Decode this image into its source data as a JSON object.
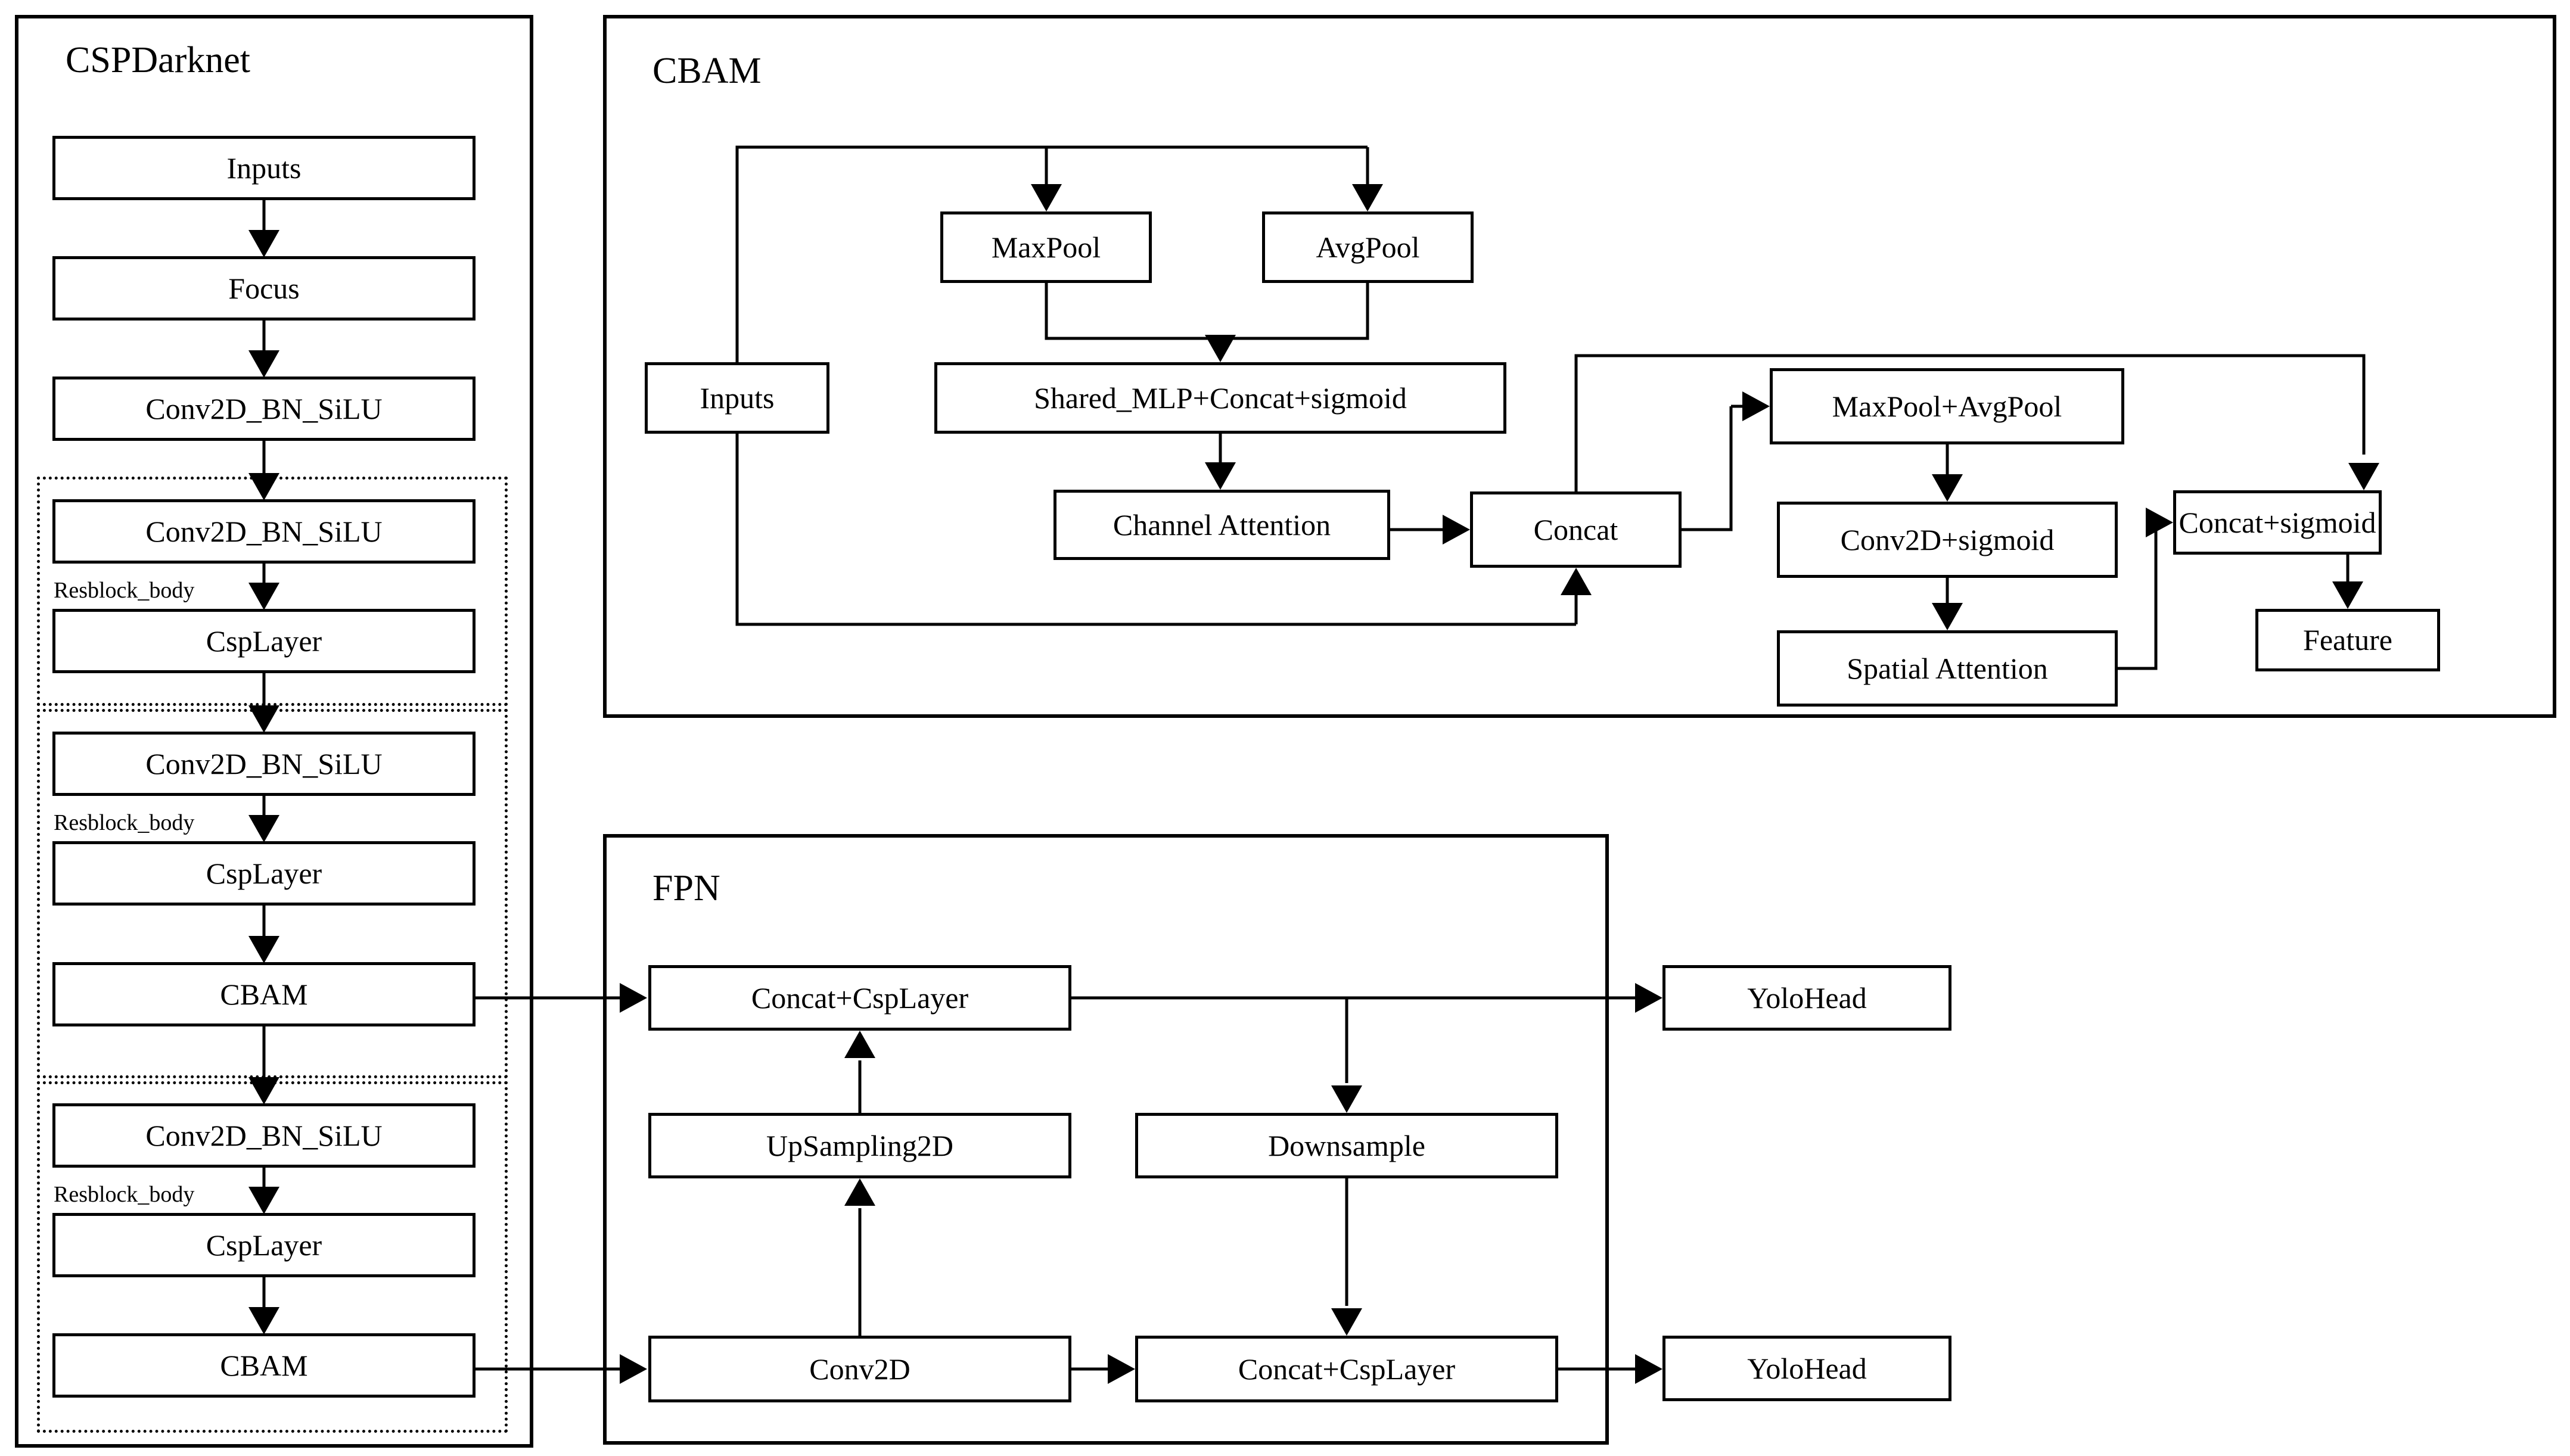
{
  "diagram": {
    "title_csp": "CSPDarknet",
    "title_cbam": "CBAM",
    "title_fpn": "FPN"
  },
  "csp_darknet": {
    "label": "CSPDarknet",
    "nodes": {
      "inputs": "Inputs",
      "focus": "Focus",
      "conv0": "Conv2D_BN_SiLU",
      "conv1": "Conv2D_BN_SiLU",
      "csp1": "CspLayer",
      "conv2": "Conv2D_BN_SiLU",
      "csp2": "CspLayer",
      "cbam2": "CBAM",
      "conv3": "Conv2D_BN_SiLU",
      "csp3": "CspLayer",
      "cbam3": "CBAM"
    },
    "resblock_labels": [
      "Resblock_body",
      "Resblock_body",
      "Resblock_body"
    ]
  },
  "cbam": {
    "label": "CBAM",
    "nodes": {
      "inputs": "Inputs",
      "maxpool": "MaxPool",
      "avgpool": "AvgPool",
      "shared_mlp": "Shared_MLP+Concat+sigmoid",
      "channel_attention": "Channel Attention",
      "concat": "Concat",
      "maxpool_avgpool": "MaxPool+AvgPool",
      "conv2d_sigmoid": "Conv2D+sigmoid",
      "spatial_attention": "Spatial Attention",
      "concat_sigmoid": "Concat+sigmoid",
      "feature": "Feature"
    }
  },
  "fpn": {
    "label": "FPN",
    "nodes": {
      "concat_csp_top": "Concat+CspLayer",
      "upsampling": "UpSampling2D",
      "downsample": "Downsample",
      "conv2d": "Conv2D",
      "concat_csp_bottom": "Concat+CspLayer"
    }
  },
  "heads": {
    "yolohead_top": "YoloHead",
    "yolohead_bottom": "YoloHead"
  },
  "colors": {
    "stroke": "#000000",
    "background": "#ffffff"
  }
}
